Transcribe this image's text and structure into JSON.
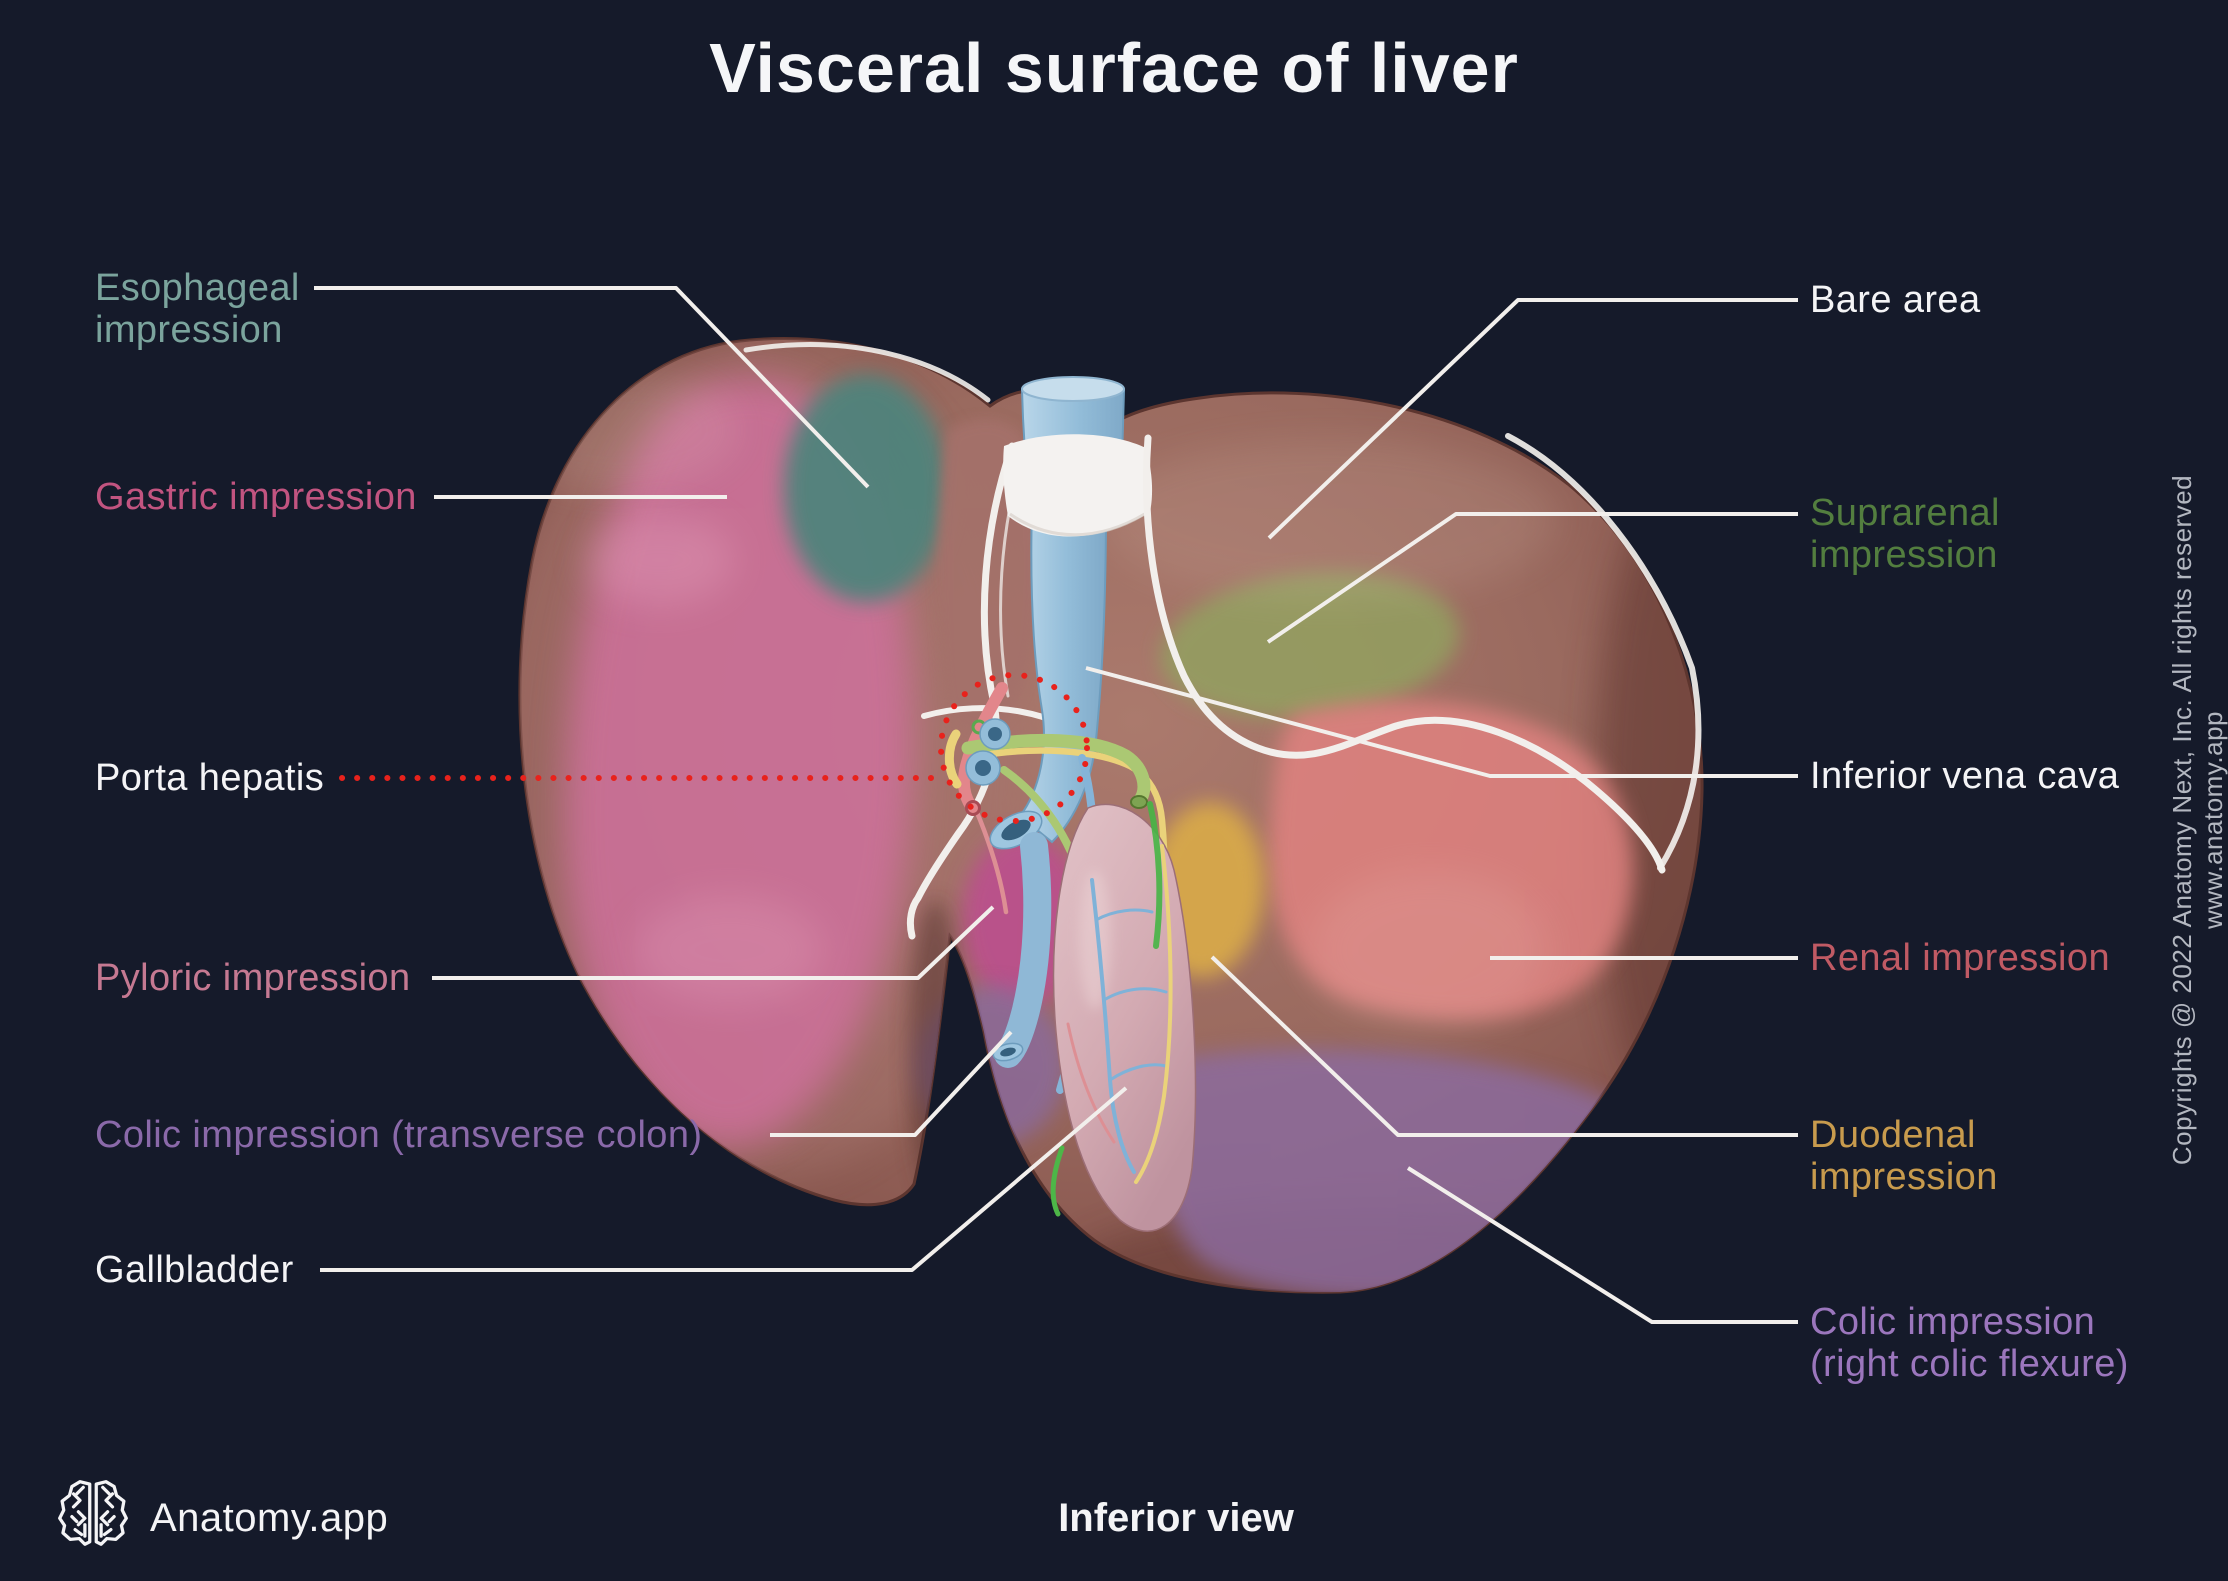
{
  "title": "Visceral surface of liver",
  "footer": {
    "brand": "Anatomy.app",
    "view": "Inferior view"
  },
  "copyright": "Copyrights @ 2022 Anatomy Next, Inc. All rights reserved www.anatomy.app",
  "labels": {
    "esophageal": {
      "lines": [
        "Esophageal",
        "impression"
      ],
      "color": "#7ba49d"
    },
    "gastric": {
      "lines": [
        "Gastric impression"
      ],
      "color": "#c25480"
    },
    "porta": {
      "lines": [
        "Porta hepatis"
      ],
      "color": "#f4f4f6"
    },
    "pyloric": {
      "lines": [
        "Pyloric impression"
      ],
      "color": "#c57992"
    },
    "colic_transverse": {
      "lines": [
        "Colic impression (transverse colon)"
      ],
      "color": "#8a69a9"
    },
    "gallbladder": {
      "lines": [
        "Gallbladder"
      ],
      "color": "#f4f4f6"
    },
    "bare_area": {
      "lines": [
        "Bare area"
      ],
      "color": "#f4f4f6"
    },
    "suprarenal": {
      "lines": [
        "Suprarenal",
        "impression"
      ],
      "color": "#537e3f"
    },
    "ivc": {
      "lines": [
        "Inferior vena cava"
      ],
      "color": "#f4f4f6"
    },
    "renal": {
      "lines": [
        "Renal impression"
      ],
      "color": "#c05a64"
    },
    "duodenal": {
      "lines": [
        "Duodenal",
        "impression"
      ],
      "color": "#c89b4d"
    },
    "colic_flexure": {
      "lines": [
        "Colic impression",
        "(right colic flexure)"
      ],
      "color": "#9b76bd"
    }
  },
  "region_colors": {
    "background": "#151a2a",
    "liver_base": "#9a6a5f",
    "gastric_impression": "#d0719e",
    "esophageal_impression": "#4f837c",
    "pyloric_impression": "#bc4f8e",
    "colic_transverse_impression": "#8a6b9e",
    "suprarenal_impression": "#93a061",
    "renal_impression": "#e08280",
    "duodenal_impression": "#d9aa48",
    "colic_flexure_impression": "#8c6ca0",
    "inferior_vena_cava": "#93bdd9",
    "gallbladder": "#d3aab2",
    "ligament_white": "#f2efec",
    "porta_marker_red": "#e8221c"
  }
}
